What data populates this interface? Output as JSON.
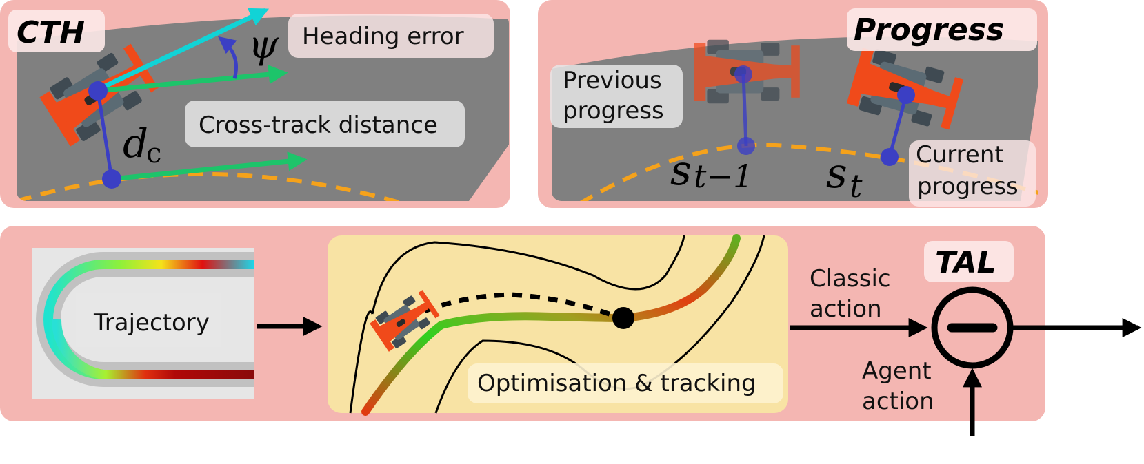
{
  "cth": {
    "title": "CTH",
    "heading_error": "Heading error",
    "cross_track": "Cross-track distance",
    "psi": "ψ",
    "d": "d",
    "d_sub": "c"
  },
  "progress": {
    "title": "Progress",
    "previous_line1": "Previous",
    "previous_line2": "progress",
    "current_line1": "Current",
    "current_line2": "progress",
    "s_prev": "s",
    "s_prev_sub": "t−1",
    "s_cur": "s",
    "s_cur_sub": "t"
  },
  "tal": {
    "title": "TAL",
    "trajectory": "Trajectory",
    "optimisation": "Optimisation & tracking",
    "classic_line1": "Classic",
    "classic_line2": "action",
    "agent_line1": "Agent",
    "agent_line2": "action"
  },
  "colors": {
    "panel": "#f4b6b2",
    "track": "#808080",
    "raceline": "#f5a21b",
    "marker": "#3b3fc4",
    "arrow_cyan": "#11d3d6",
    "arrow_green": "#1dc46a",
    "car": "#f04a1a",
    "opt_bg": "#f8e3a4"
  }
}
